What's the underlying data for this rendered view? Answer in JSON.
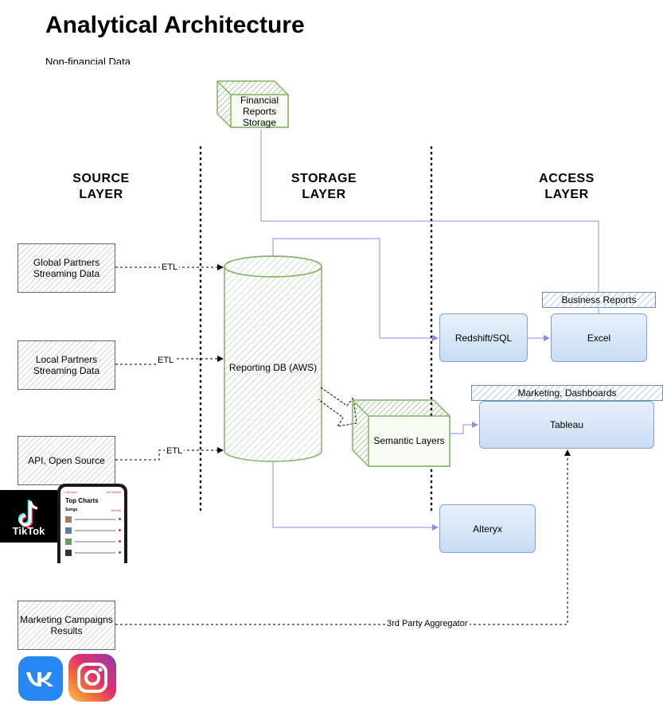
{
  "title": "Analytical Architecture",
  "subtitle": "Non-financial Data",
  "layers": {
    "source": "SOURCE\nLAYER",
    "storage": "STORAGE\nLAYER",
    "access": "ACCESS\nLAYER"
  },
  "sources": {
    "global": "Global Partners Streaming Data",
    "local": "Local Partners Streaming Data",
    "api": "API, Open Source",
    "marketing": "Marketing Campaigns Results"
  },
  "storage": {
    "financial": "Financial Reports Storage",
    "reporting_db": "Reporting DB (AWS)",
    "semantic": "Semantic Layers"
  },
  "access": {
    "redshift": "Redshift/SQL",
    "excel": "Excel",
    "business_reports": "Business Reports",
    "marketing_dashboards": "Marketing, Dashboards",
    "tableau": "Tableau",
    "alteryx": "Alteryx"
  },
  "edges": {
    "etl1": "ETL",
    "etl2": "ETL",
    "etl3": "ETL",
    "aggregator": "3rd Party Aggregator"
  },
  "logos": {
    "tiktok": "TikTok",
    "vk": "VK",
    "instagram_icon": "instagram-icon"
  },
  "phone": {
    "header": "Top Charts",
    "section": "Songs",
    "see_all": "See All",
    "nav_left": "< Browse",
    "nav_right": "All Genres"
  },
  "colors": {
    "green": "#82b366",
    "blue_line": "#8c8ce6",
    "blue_border": "#7da2d6"
  }
}
